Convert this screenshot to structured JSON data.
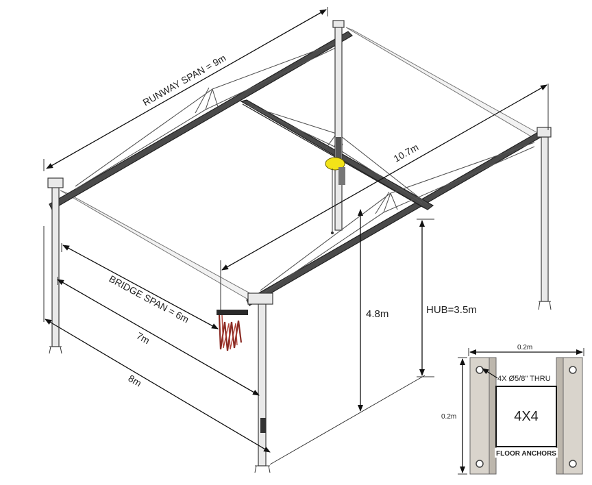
{
  "dimensions": {
    "runway_span": "RUNWAY SPAN = 9m",
    "bridge_span": "BRIDGE SPAN = 6m",
    "length_7": "7m",
    "length_8": "8m",
    "length_10_7": "10.7m",
    "height_4_8": "4.8m",
    "hub": "HUB=3.5m"
  },
  "anchor_plate": {
    "width": "0.2m",
    "height": "0.2m",
    "holes": "4X Ø5/8\" THRU",
    "post": "4X4",
    "caption": "FLOOR ANCHORS"
  },
  "colors": {
    "hoist": "#f2e318",
    "plate": "#d9d4cc",
    "steel_dark": "#3c3c3c"
  }
}
